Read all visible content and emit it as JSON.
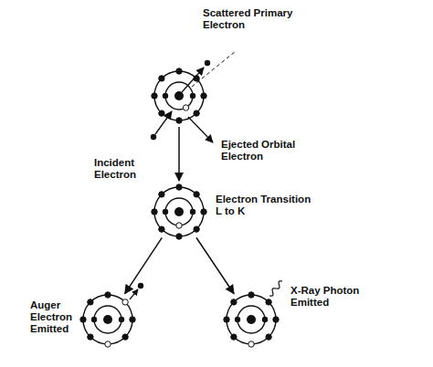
{
  "diagram": {
    "nodes": [
      {
        "text": [
          "Scattered Primary Electron",
          "Incident Electron",
          "Ejected Orbital Electron"
        ]
      },
      {
        "text": [
          "Electron Transition L to K"
        ]
      },
      {
        "text": [
          "Auger Electron Emitted"
        ]
      },
      {
        "text": [
          "X-Ray Photon Emitted"
        ]
      }
    ],
    "edges": [
      {
        "from": 0,
        "to": 1,
        "arrow": "to"
      },
      {
        "from": 1,
        "to": 2,
        "arrow": "to"
      },
      {
        "from": 1,
        "to": 3,
        "arrow": "to"
      }
    ]
  }
}
